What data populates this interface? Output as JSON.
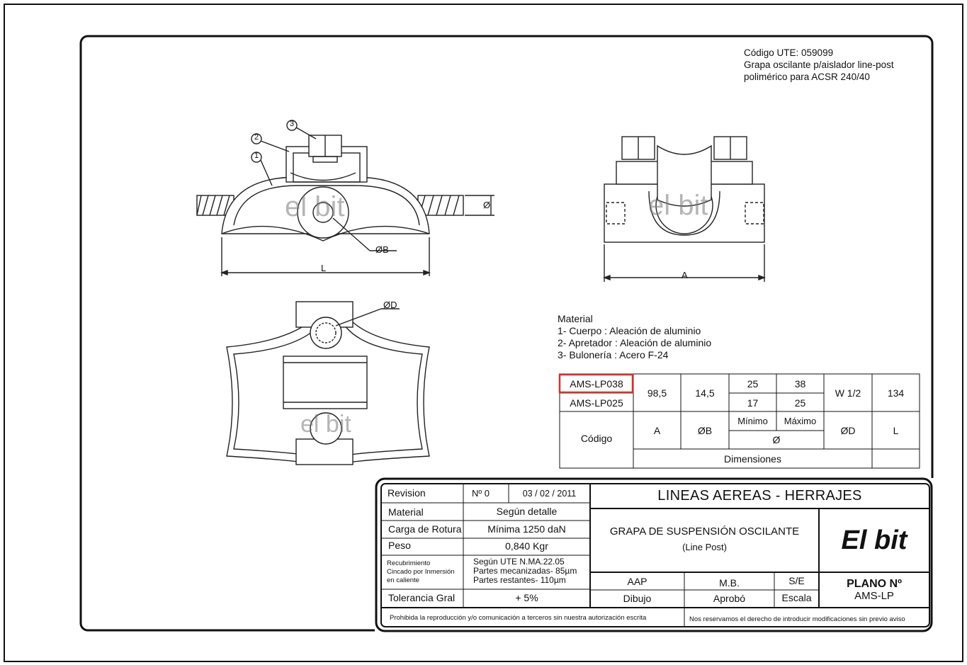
{
  "header_note": {
    "line1": "Código UTE: 059099",
    "line2": "Grapa oscilante p/aislador line-post",
    "line3": "polimérico para ACSR 240/40"
  },
  "drawing": {
    "watermark": "el bit",
    "callouts": [
      "1",
      "2",
      "3"
    ],
    "dim_phi": "Ø",
    "dim_B": "ØB",
    "dim_L": "L",
    "dim_A": "A",
    "dim_D": "ØD"
  },
  "material": {
    "heading": "Material",
    "items": [
      "1- Cuerpo : Aleación de aluminio",
      "2- Apretador : Aleación de aluminio",
      "3- Bulonería : Acero F-24"
    ]
  },
  "dimensions_table": {
    "rows": [
      {
        "code": "AMS-LP038",
        "min": "25",
        "max": "38"
      },
      {
        "code": "AMS-LP025",
        "min": "17",
        "max": "25"
      }
    ],
    "shared": {
      "A": "98,5",
      "B": "14,5",
      "D": "W 1/2",
      "L": "134"
    },
    "headers": {
      "code": "Código",
      "A": "A",
      "B": "ØB",
      "min": "Mínimo",
      "max": "Máximo",
      "phi": "Ø",
      "D": "ØD",
      "L": "L",
      "dimensions": "Dimensiones"
    }
  },
  "title_block": {
    "revision_label": "Revision",
    "revision_no": "Nº 0",
    "revision_date": "03 / 02 / 2011",
    "material_label": "Material",
    "material_value": "Según detalle",
    "carga_label": "Carga de Rotura",
    "carga_value": "Mínima 1250 daN",
    "peso_label": "Peso",
    "peso_value": "0,840 Kgr",
    "recub_label": [
      "Recubrimiento",
      "Cincado por Inmersión",
      "en caliente"
    ],
    "recub_value": [
      "Según UTE N.MA.22.05",
      "Partes mecanizadas- 85µm",
      "Partes restantes- 110µm"
    ],
    "tol_label": "Tolerancia Gral",
    "tol_value": "+ 5%",
    "category": "LINEAS AEREAS - HERRAJES",
    "part_title": "GRAPA DE SUSPENSIÓN OSCILANTE",
    "part_subtitle": "(Line Post)",
    "logo": "El bit",
    "dibujo_value": "AAP",
    "dibujo_label": "Dibujo",
    "aprobo_value": "M.B.",
    "aprobo_label": "Aprobó",
    "escala_value": "S/E",
    "escala_label": "Escala",
    "plano_label": "PLANO Nº",
    "plano_value": "AMS-LP",
    "footer_left": "Prohibida la reproducción y/o comunicación a terceros sin nuestra autorización escrita",
    "footer_right": "Nos reservamos el derecho de introducir modificaciones sin previo aviso"
  },
  "colors": {
    "line": "#111111",
    "highlight": "#d9302c"
  }
}
